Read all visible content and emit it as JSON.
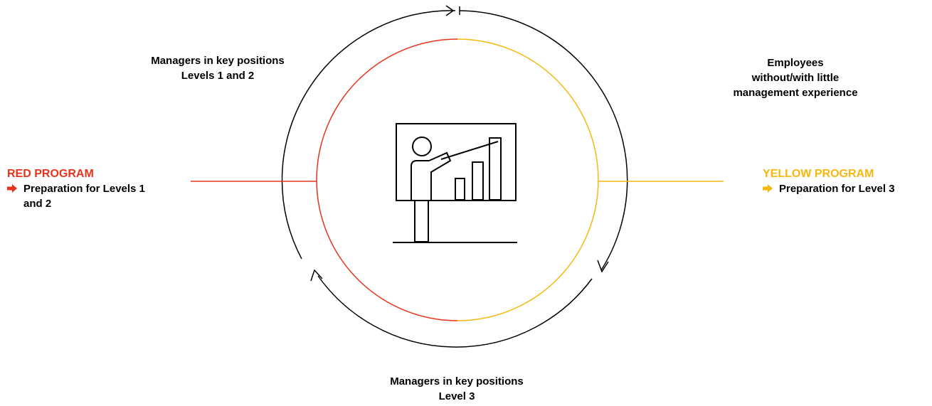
{
  "colors": {
    "red": "#e8331c",
    "yellow": "#f5b80f",
    "black": "#000000"
  },
  "labels": {
    "top_left": [
      "Managers in key positions",
      "Levels 1 and 2"
    ],
    "top_right": [
      "Employees",
      "without/with little",
      "management experience"
    ],
    "bottom": [
      "Managers in key positions",
      "Level 3"
    ]
  },
  "red_program": {
    "title": "RED PROGRAM",
    "desc_line1": "Preparation for Levels 1",
    "desc_line2": "and 2",
    "arrow_icon": "arrow-right-icon"
  },
  "yellow_program": {
    "title": "YELLOW PROGRAM",
    "desc_line1": "Preparation for Level 3",
    "arrow_icon": "arrow-right-icon"
  },
  "center_icon": "presenter-with-bar-chart-icon"
}
